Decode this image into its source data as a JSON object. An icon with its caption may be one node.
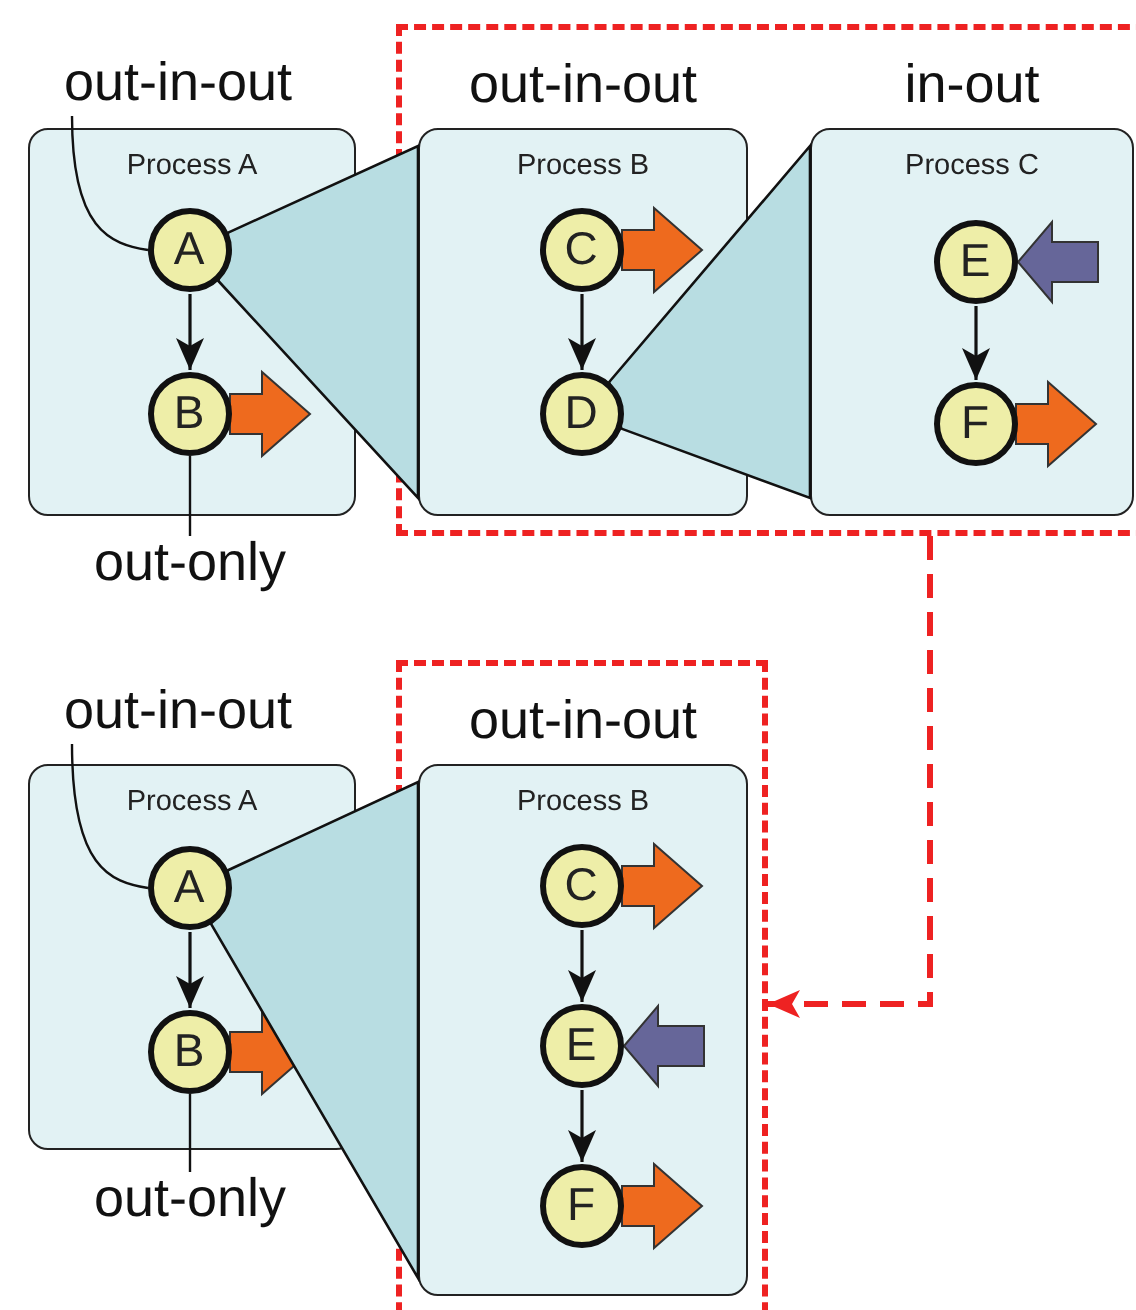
{
  "diagram": {
    "nodes": [
      {
        "text": [
          "out-in-out"
        ]
      },
      {
        "text": [
          "Process A"
        ]
      },
      {
        "text": [
          "A"
        ],
        "in": 1
      },
      {
        "text": [
          "B"
        ],
        "in": 1
      },
      {
        "text": [
          "out-only"
        ]
      },
      {
        "text": [],
        "shape": "box"
      },
      {
        "text": [
          "out-in-out",
          "Process B"
        ],
        "in": 5
      },
      {
        "text": [
          "C"
        ],
        "in": 6
      },
      {
        "text": [
          "D"
        ],
        "in": 6
      },
      {
        "text": [
          "in-out",
          "Process C"
        ],
        "in": 5
      },
      {
        "text": [
          "E"
        ],
        "in": 9
      },
      {
        "text": [
          "F"
        ],
        "in": 9
      },
      {
        "text": [
          "out-in-out"
        ]
      },
      {
        "text": [
          "Process A"
        ]
      },
      {
        "text": [
          "A"
        ],
        "in": 13
      },
      {
        "text": [
          "B"
        ],
        "in": 13
      },
      {
        "text": [
          "out-only"
        ]
      },
      {
        "text": [],
        "shape": "box"
      },
      {
        "text": [
          "out-in-out",
          "Process B"
        ],
        "in": 17
      },
      {
        "text": [
          "C"
        ],
        "in": 18
      },
      {
        "text": [
          "E"
        ],
        "in": 18
      },
      {
        "text": [
          "F"
        ],
        "in": 18
      }
    ],
    "edges": [
      {
        "from": 0,
        "to": 2,
        "arrow": "none"
      },
      {
        "from": 2,
        "to": 3,
        "arrow": "to"
      },
      {
        "from": 3,
        "to": null,
        "arrow": "to",
        "style": "thick",
        "color": "#ee6a1e"
      },
      {
        "from": 4,
        "to": 3,
        "arrow": "none"
      },
      {
        "from": 2,
        "to": 6,
        "arrow": "none",
        "color": "#b8dde2"
      },
      {
        "from": 7,
        "to": 8,
        "arrow": "to"
      },
      {
        "from": 7,
        "to": null,
        "arrow": "to",
        "style": "thick",
        "color": "#ee6a1e"
      },
      {
        "from": 8,
        "to": 9,
        "arrow": "none",
        "color": "#b8dde2"
      },
      {
        "from": null,
        "to": 10,
        "arrow": "to",
        "style": "thick",
        "color": "#666699"
      },
      {
        "from": 10,
        "to": 11,
        "arrow": "to"
      },
      {
        "from": 11,
        "to": null,
        "arrow": "to",
        "style": "thick",
        "color": "#ee6a1e"
      },
      {
        "from": 5,
        "to": 17,
        "arrow": "to",
        "style": "dashed",
        "color": "#ee2222"
      },
      {
        "from": 12,
        "to": 14,
        "arrow": "none"
      },
      {
        "from": 14,
        "to": 15,
        "arrow": "to"
      },
      {
        "from": 15,
        "to": null,
        "arrow": "to",
        "style": "thick",
        "color": "#ee6a1e"
      },
      {
        "from": 16,
        "to": 15,
        "arrow": "none"
      },
      {
        "from": 14,
        "to": 18,
        "arrow": "none",
        "color": "#b8dde2"
      },
      {
        "from": 19,
        "to": null,
        "arrow": "to",
        "style": "thick",
        "color": "#ee6a1e"
      },
      {
        "from": 19,
        "to": 20,
        "arrow": "to"
      },
      {
        "from": null,
        "to": 20,
        "arrow": "to",
        "style": "thick",
        "color": "#666699"
      },
      {
        "from": 20,
        "to": 21,
        "arrow": "to"
      },
      {
        "from": 21,
        "to": null,
        "arrow": "to",
        "style": "thick",
        "color": "#ee6a1e"
      }
    ]
  }
}
